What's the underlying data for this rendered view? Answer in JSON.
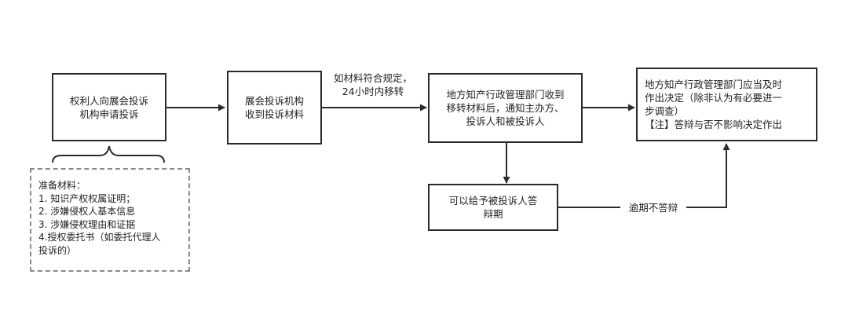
{
  "nodes": {
    "n1": "权利人向展会投诉\n机构申请投诉",
    "n2": "展会投诉机构\n收到投诉材料",
    "n3": "地方知产行政管理部门收到\n移转材料后，通知主办方、\n投诉人和被投诉人",
    "n4": "地方知产行政管理部门应当及时\n作出决定（除非认为有必要进一\n步调查）\n【注】答辩与否不影响决定作出",
    "n5": "可以给予被投诉人答\n辩期"
  },
  "note": "准备材料：\n1. 知识产权权属证明；\n2. 涉嫌侵权人基本信息\n3. 涉嫌侵权理由和证据\n 4.授权委托书（如委托代理人\n投诉的）",
  "edge_labels": {
    "n2_n3": "如材料符合规定，\n24小时内移转",
    "n5_n4": "逾期不答辩"
  },
  "colors": {
    "stroke": "#2b2b2b",
    "dashed": "#8a8a8a"
  }
}
